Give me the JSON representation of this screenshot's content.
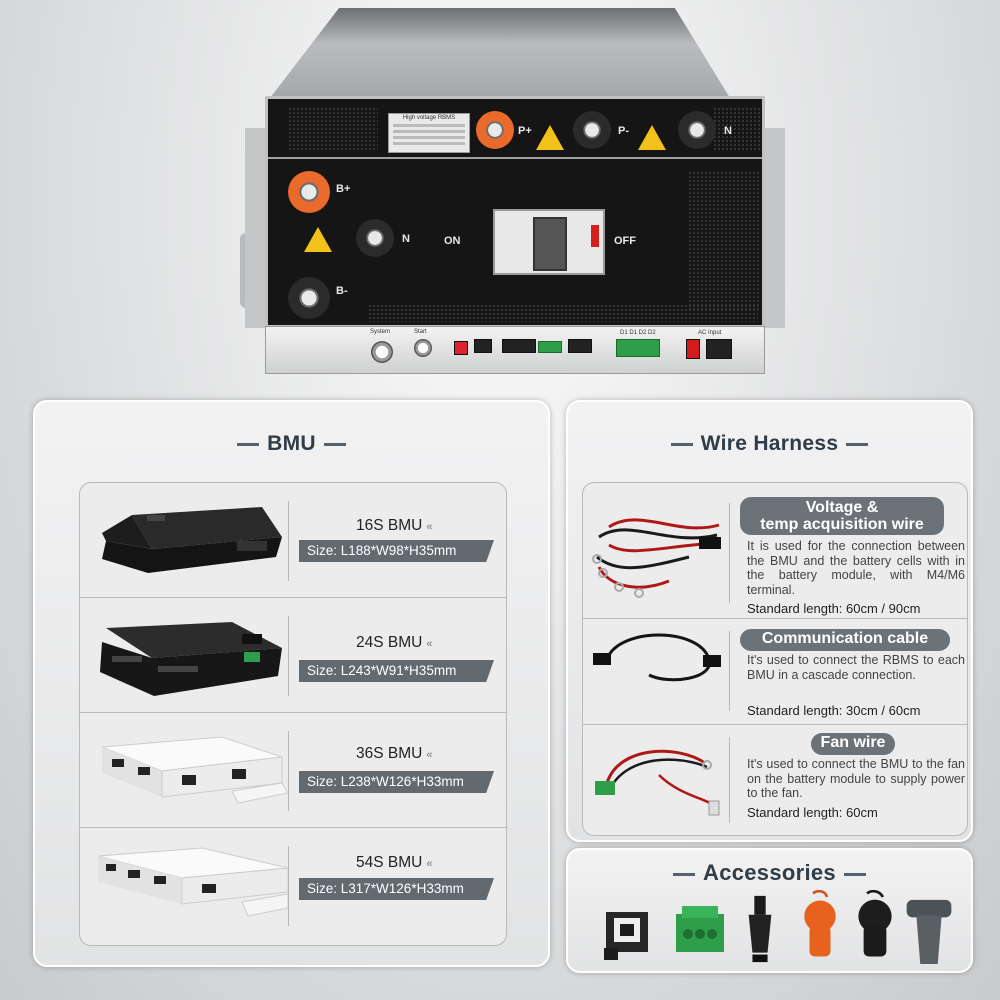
{
  "bmu_section": {
    "title": "BMU",
    "items": [
      {
        "name": "16S BMU",
        "size": "Size: L188*W98*H35mm",
        "color": "#1b1b1b"
      },
      {
        "name": "24S BMU",
        "size": "Size:  L243*W91*H35mm",
        "color": "#222222"
      },
      {
        "name": "36S BMU",
        "size": "Size: L238*W126*H33mm",
        "color": "#f1f1f1"
      },
      {
        "name": "54S BMU",
        "size": "Size: L317*W126*H33mm",
        "color": "#f1f1f1"
      }
    ],
    "chevron": "«"
  },
  "wire_section": {
    "title": "Wire  Harness",
    "items": [
      {
        "title_line1": "Voltage &",
        "title_line2": "temp acquisition wire",
        "desc": "It is used for the connection between the BMU and the battery cells with in the battery module, with M4/M6 terminal.",
        "length": "Standard length: 60cm / 90cm"
      },
      {
        "title_line1": "Communication cable",
        "desc": "It's used to connect the RBMS to each BMU in a cascade connection.",
        "length": "Standard length: 30cm / 60cm"
      },
      {
        "title_line1": "Fan wire",
        "desc": "It's used to connect the BMU to the fan on the battery module to supply power to the fan.",
        "length": "Standard length: 60cm"
      }
    ]
  },
  "accessories_section": {
    "title": "Accessories",
    "icons": [
      "relay-connector-icon",
      "green-terminal-block-icon",
      "black-plug-icon",
      "orange-cap-icon",
      "black-cap-icon",
      "gray-cover-icon"
    ]
  },
  "device": {
    "label_title": "High voltage RBMS",
    "ports": {
      "bplus": "B+",
      "bminus": "B-",
      "n1": "N",
      "pplus": "P+",
      "pminus": "P-",
      "n2": "N",
      "on": "ON",
      "off": "OFF"
    },
    "buttons": {
      "system": "System",
      "start": "Start"
    },
    "ac_input": "AC Input",
    "di_label": "D1 D1 D2 D2"
  },
  "colors": {
    "accent_gray": "#626a70",
    "title_dark": "#2f3d48",
    "orange": "#ea6a2c",
    "warn_yellow": "#f2c21a",
    "green": "#2f9e4a"
  }
}
